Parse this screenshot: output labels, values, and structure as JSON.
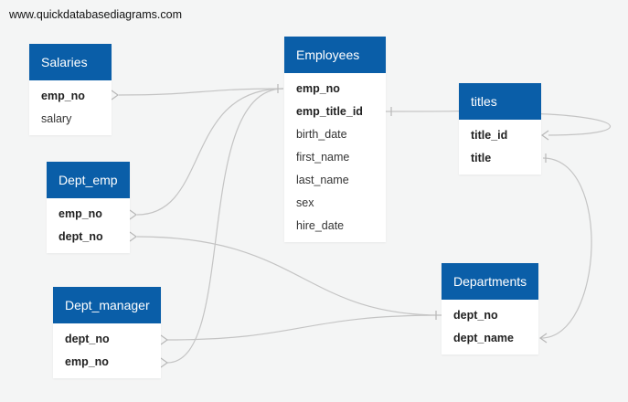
{
  "site_label": "www.quickdatabasediagrams.com",
  "colors": {
    "header": "#0a5ea8",
    "link": "#c4c4c4"
  },
  "tables": {
    "salaries": {
      "title": "Salaries",
      "rows": [
        {
          "label": "emp_no",
          "bold": true
        },
        {
          "label": "salary",
          "bold": false
        }
      ]
    },
    "employees": {
      "title": "Employees",
      "rows": [
        {
          "label": "emp_no",
          "bold": true
        },
        {
          "label": "emp_title_id",
          "bold": true
        },
        {
          "label": "birth_date",
          "bold": false
        },
        {
          "label": "first_name",
          "bold": false
        },
        {
          "label": "last_name",
          "bold": false
        },
        {
          "label": "sex",
          "bold": false
        },
        {
          "label": "hire_date",
          "bold": false
        }
      ]
    },
    "titles": {
      "title": "titles",
      "rows": [
        {
          "label": "title_id",
          "bold": true
        },
        {
          "label": "title",
          "bold": true
        }
      ]
    },
    "dept_emp": {
      "title": "Dept_emp",
      "rows": [
        {
          "label": "emp_no",
          "bold": true
        },
        {
          "label": "dept_no",
          "bold": true
        }
      ]
    },
    "dept_manager": {
      "title": "Dept_manager",
      "rows": [
        {
          "label": "dept_no",
          "bold": true
        },
        {
          "label": "emp_no",
          "bold": true
        }
      ]
    },
    "departments": {
      "title": "Departments",
      "rows": [
        {
          "label": "dept_no",
          "bold": true
        },
        {
          "label": "dept_name",
          "bold": true
        }
      ]
    }
  }
}
